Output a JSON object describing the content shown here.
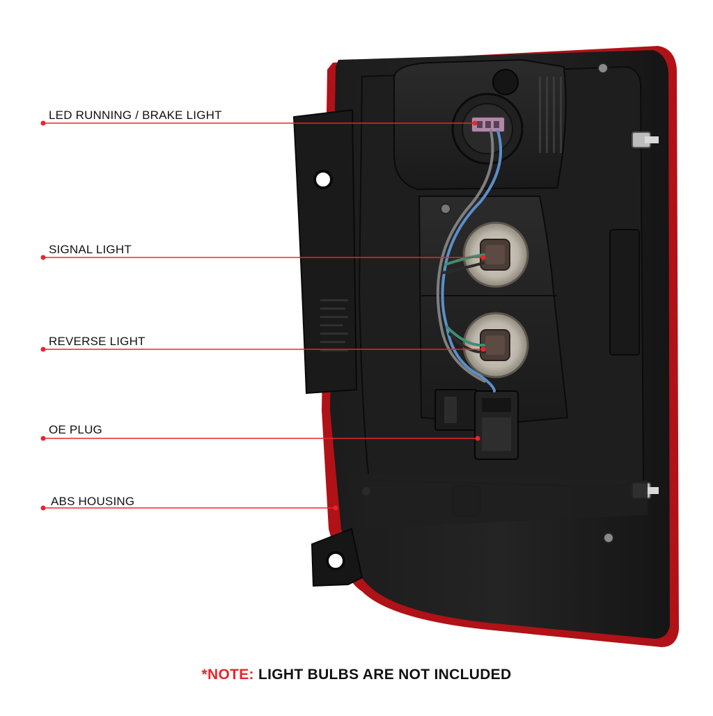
{
  "callouts": [
    {
      "label": "LED RUNNING / BRAKE LIGHT"
    },
    {
      "label": "SIGNAL LIGHT"
    },
    {
      "label": "REVERSE LIGHT"
    },
    {
      "label": "OE PLUG"
    },
    {
      "label": "ABS HOUSING"
    }
  ],
  "note": {
    "prefix": "*NOTE:",
    "text": "LIGHT BULBS ARE NOT INCLUDED"
  },
  "colors": {
    "accent": "#e8262a",
    "housing": "#141414",
    "lens_red": "#b01217"
  }
}
